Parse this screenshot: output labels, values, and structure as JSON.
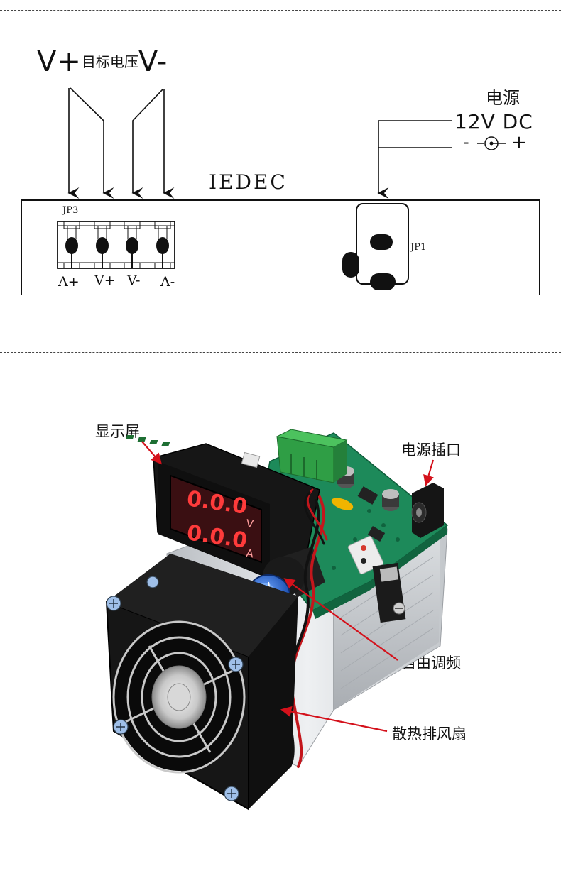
{
  "diagram": {
    "target_voltage": {
      "v_plus": "V+",
      "label": "目标电压",
      "v_minus": "V-"
    },
    "power": {
      "label": "电源",
      "spec": "12V DC",
      "polarity_minus": "-",
      "polarity_plus": "+"
    },
    "board_name": "IEDEC",
    "jp3": {
      "name": "JP3",
      "pins": [
        "A+",
        "V+",
        "V-",
        "A-"
      ]
    },
    "jp1": {
      "name": "JP1"
    }
  },
  "product": {
    "callouts": {
      "display": "显示屏",
      "power_jack": "电源插口",
      "knob": "自由调频",
      "fan": "散热排风扇"
    },
    "display_unit_v": "V",
    "display_unit_a": "A",
    "colors": {
      "arrow": "#d4111b",
      "fan": "#111111",
      "heatsink": "#c9ccd0",
      "pcb": "#1d8a5a",
      "terminal": "#34b04a",
      "knob": "#2a6fd6"
    }
  }
}
